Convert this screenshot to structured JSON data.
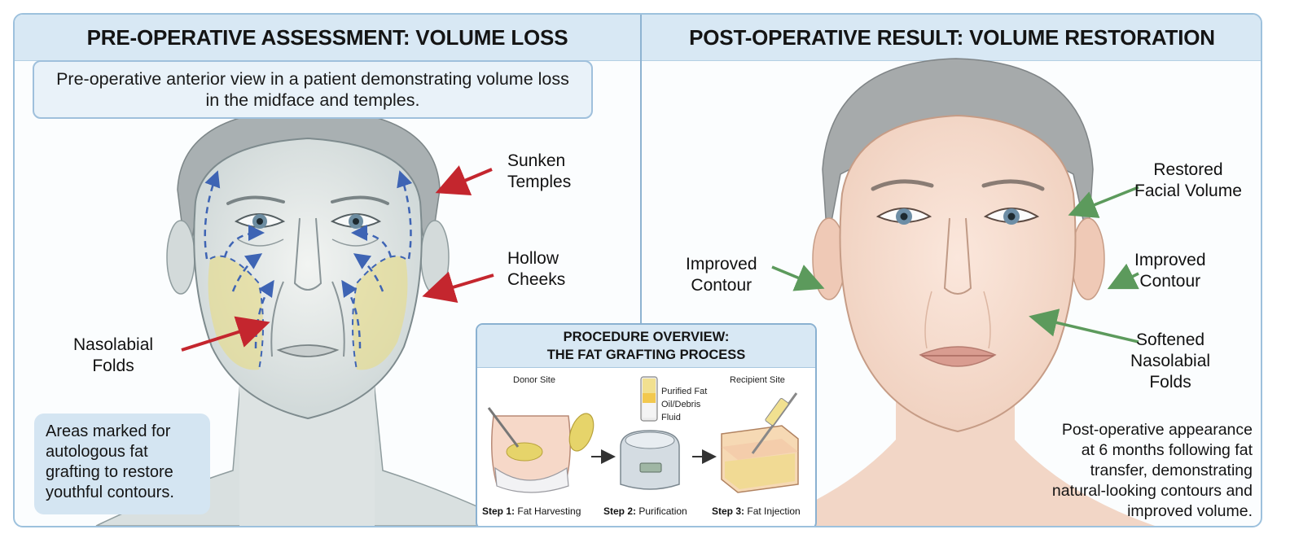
{
  "left_panel": {
    "title": "PRE-OPERATIVE ASSESSMENT: VOLUME LOSS",
    "caption": "Pre-operative anterior view in a patient demonstrating volume loss in the midface and temples.",
    "labels": {
      "sunken_temples": [
        "Sunken",
        "Temples"
      ],
      "hollow_cheeks": [
        "Hollow",
        "Cheeks"
      ],
      "nasolabial_folds": [
        "Nasolabial",
        "Folds"
      ]
    },
    "note": "Areas marked for autologous fat grafting to restore youthful contours."
  },
  "right_panel": {
    "title": "POST-OPERATIVE RESULT: VOLUME RESTORATION",
    "labels": {
      "restored_volume": [
        "Restored",
        "Facial Volume"
      ],
      "improved_contour_left": [
        "Improved",
        "Contour"
      ],
      "improved_contour_right": [
        "Improved",
        "Contour"
      ],
      "softened_folds": [
        "Softened",
        "Nasolabial",
        "Folds"
      ]
    },
    "caption": "Post-operative appearance at 6 months following fat transfer, demonstrating natural-looking contours and improved volume."
  },
  "procedure": {
    "title_line1": "PROCEDURE OVERVIEW:",
    "title_line2": "THE FAT GRAFTING PROCESS",
    "donor_site": "Donor Site",
    "recipient_site": "Recipient Site",
    "layers": [
      "Purified Fat",
      "Oil/Debris",
      "Fluid"
    ],
    "steps": [
      {
        "label": "Step 1:",
        "text": "Fat Harvesting"
      },
      {
        "label": "Step 2:",
        "text": "Purification"
      },
      {
        "label": "Step 3:",
        "text": "Fat Injection"
      }
    ]
  },
  "colors": {
    "header_bg": "#d8e8f4",
    "frame": "#9dc1dd",
    "red_arrow": "#c4262e",
    "green_arrow": "#5c9a5c",
    "marking_blue": "#3e64b4",
    "fat_yellow": "#e6dc8c"
  }
}
